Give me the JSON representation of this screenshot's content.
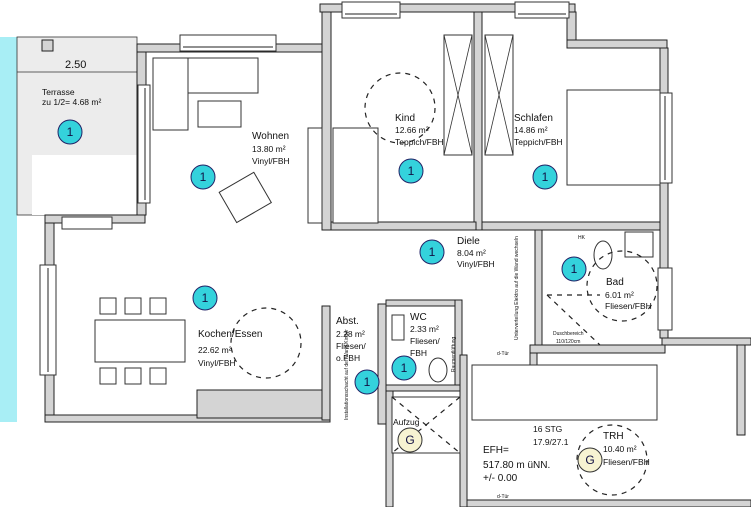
{
  "colors": {
    "accent_circle": "#34d2dc",
    "terrace_edge": "#a8eef5",
    "wall": "#d4d4d4",
    "gas_circle": "#f7f3d2"
  },
  "dimension": "2.50",
  "rooms": [
    {
      "id": "terrasse",
      "name": "Terrasse",
      "area": "zu 1/2= 4.68 m²"
    },
    {
      "id": "wohnen",
      "name": "Wohnen",
      "area": "13.80 m²",
      "floor": "Vinyl/FBH"
    },
    {
      "id": "kind",
      "name": "Kind",
      "area": "12.66 m²",
      "floor": "Teppich/FBH"
    },
    {
      "id": "schlafen",
      "name": "Schlafen",
      "area": "14.86 m²",
      "floor": "Teppich/FBH"
    },
    {
      "id": "diele",
      "name": "Diele",
      "area": "8.04 m²",
      "floor": "Vinyl/FBH"
    },
    {
      "id": "bad",
      "name": "Bad",
      "area": "6.01 m²",
      "floor": "Fliesen/FBH"
    },
    {
      "id": "kochen",
      "name": "Kochen/Essen",
      "area": "22.62 m²",
      "floor": "Vinyl/FBH"
    },
    {
      "id": "abst",
      "name": "Abst.",
      "area": "2.28 m²",
      "floor1": "Fliesen/",
      "floor2": "o.FBH"
    },
    {
      "id": "wc",
      "name": "WC",
      "area": "2.33 m²",
      "floor1": "Fliesen/",
      "floor2": "FBH"
    },
    {
      "id": "trh",
      "name": "TRH",
      "area": "10.40 m²",
      "floor": "Fliesen/FBH"
    }
  ],
  "aufzug": "Aufzug",
  "stairs": {
    "count": "16 STG",
    "ratio": "17.9/27.1"
  },
  "efh": {
    "line1": "EFH=",
    "line2": "517.80 m üNN.",
    "line3": "+/- 0.00"
  },
  "notes": {
    "door": "d-Tür",
    "shower1": "Duschbereich",
    "shower2": "110/120cm",
    "hk": "HK",
    "elektro": "Unterverteilung Elektro auf die Wand wechseln",
    "vent": "Raumentlüftung",
    "shaft": "Installationsschacht auf der Wand Kinder"
  },
  "markers": {
    "one": "1",
    "gas": "G"
  }
}
